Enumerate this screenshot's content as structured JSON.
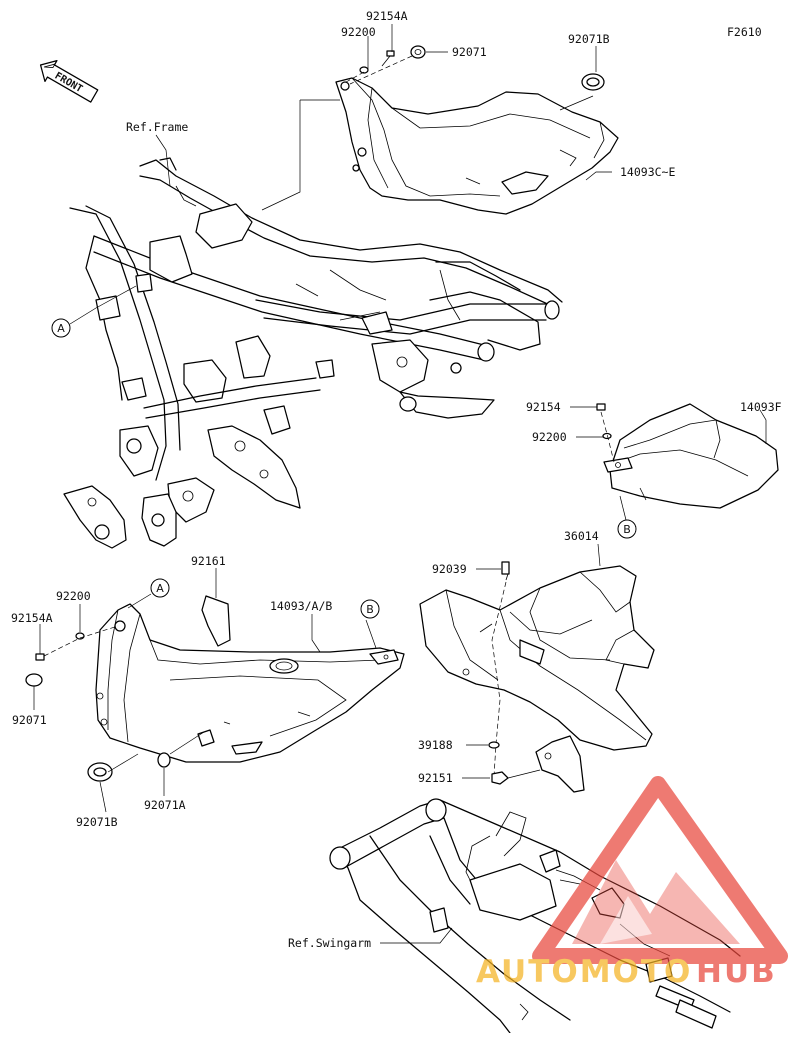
{
  "diagram": {
    "code": "F2610",
    "front_label": "FRONT",
    "ref_frame": "Ref.Frame",
    "ref_swingarm": "Ref.Swingarm",
    "parts": {
      "p92154A_top": "92154A",
      "p92200_top": "92200",
      "p92071_top": "92071",
      "p92071B_top": "92071B",
      "p14093CE": "14093C~E",
      "p92154_right": "92154",
      "p92200_right": "92200",
      "p14093F": "14093F",
      "p92161": "92161",
      "p92200_left": "92200",
      "p92154A_left": "92154A",
      "p14093AB": "14093/A/B",
      "p92071_left": "92071",
      "p92071B_left": "92071B",
      "p92071A": "92071A",
      "p36014": "36014",
      "p92039": "92039",
      "p39188": "39188",
      "p92151": "92151"
    },
    "callouts": {
      "a_frame": "A",
      "a_cover": "A",
      "b_right": "B",
      "b_cover": "B"
    }
  },
  "watermark": {
    "brand_part1": "AUTOMOTO",
    "brand_part2": "HUB",
    "color_primary": "#e8473c",
    "color_secondary": "#f5b324"
  }
}
